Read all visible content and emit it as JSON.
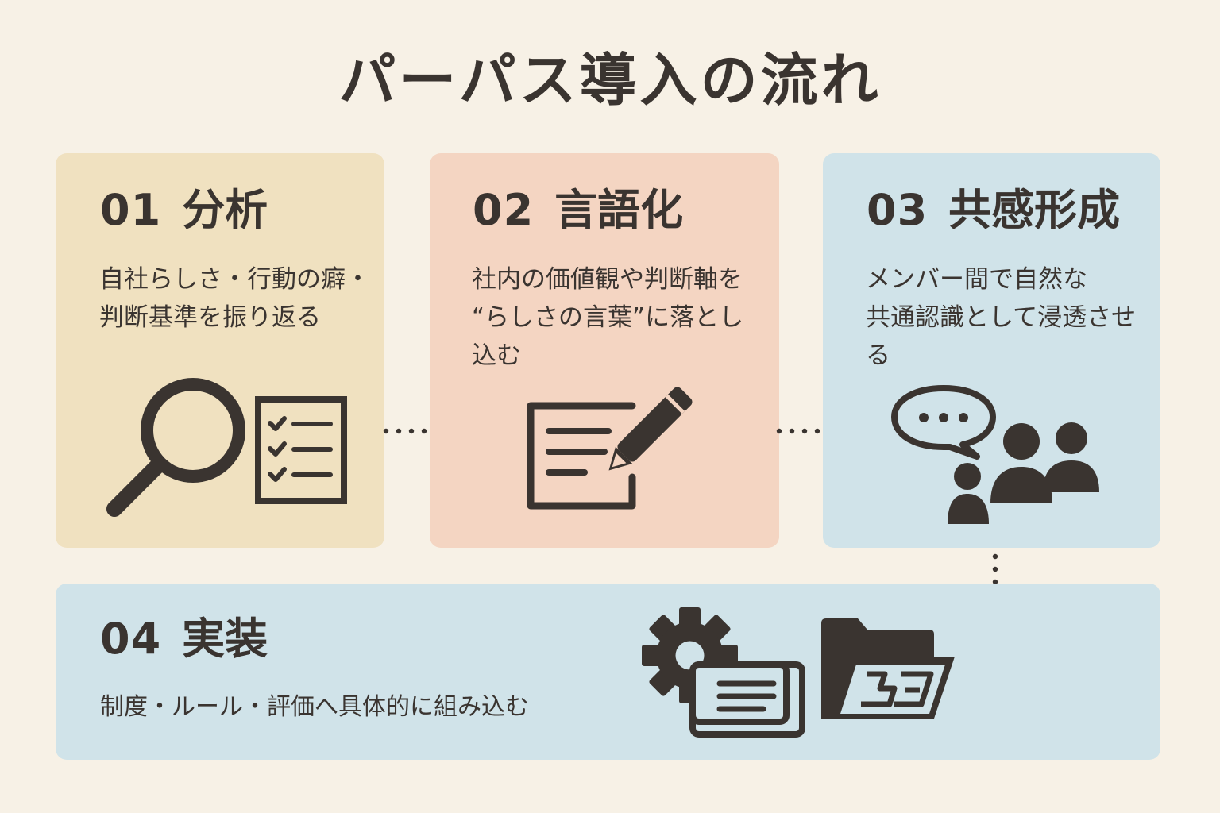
{
  "title": "パーパス導入の流れ",
  "colors": {
    "background": "#f7f1e6",
    "step1": "#f0e1c0",
    "step2": "#f4d5c2",
    "step3": "#d0e3e9",
    "step4": "#d0e3e9",
    "ink": "#3a3430"
  },
  "steps": [
    {
      "number": "01",
      "title": "分析",
      "description": "自社らしさ・行動の癖・\n判断基準を振り返る",
      "icons": [
        "magnifier-icon",
        "checklist-icon"
      ]
    },
    {
      "number": "02",
      "title": "言語化",
      "description": "社内の価値観や判断軸を\n“らしさの言葉”に落とし\n込む",
      "icons": [
        "note-pencil-icon"
      ]
    },
    {
      "number": "03",
      "title": "共感形成",
      "description": "メンバー間で自然な\n共通認識として浸透させる",
      "icons": [
        "speech-bubble-icon",
        "people-group-icon"
      ]
    },
    {
      "number": "04",
      "title": "実装",
      "description": "制度・ルール・評価へ具体的に組み込む",
      "icons": [
        "gear-icon",
        "document-icon",
        "folder-icon"
      ]
    }
  ]
}
